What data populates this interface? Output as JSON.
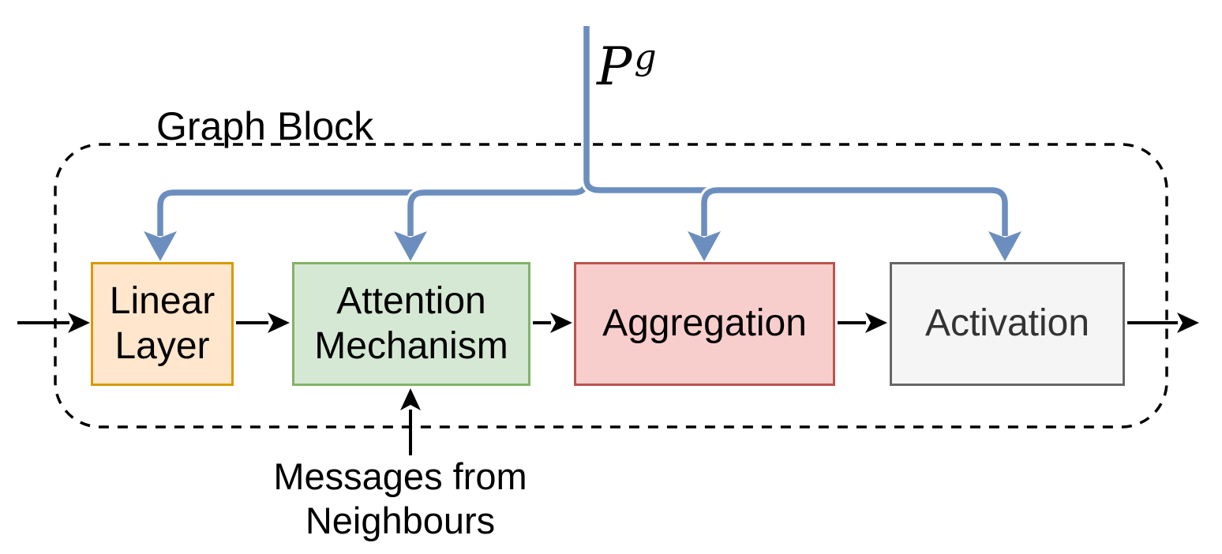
{
  "diagram": {
    "container": {
      "label": "Graph Block"
    },
    "global_input": {
      "base": "P",
      "superscript": "g"
    },
    "external_input_label": {
      "line1": "Messages from",
      "line2": "Neighbours"
    },
    "blocks": [
      {
        "name": "linear-layer",
        "lines": [
          "Linear",
          "Layer"
        ],
        "fill": "#FFE6CC",
        "border": "#D79B00",
        "text": "#000000"
      },
      {
        "name": "attention-mechanism",
        "lines": [
          "Attention",
          "Mechanism"
        ],
        "fill": "#D5E8D4",
        "border": "#82B366",
        "text": "#000000"
      },
      {
        "name": "aggregation",
        "lines": [
          "Aggregation"
        ],
        "fill": "#F8CECC",
        "border": "#B85450",
        "text": "#000000"
      },
      {
        "name": "activation",
        "lines": [
          "Activation"
        ],
        "fill": "#F5F5F5",
        "border": "#666666",
        "text": "#333333"
      }
    ],
    "colors": {
      "edge_blue": "#6C8EBF",
      "edge_black": "#000000",
      "container_border": "#000000"
    }
  }
}
